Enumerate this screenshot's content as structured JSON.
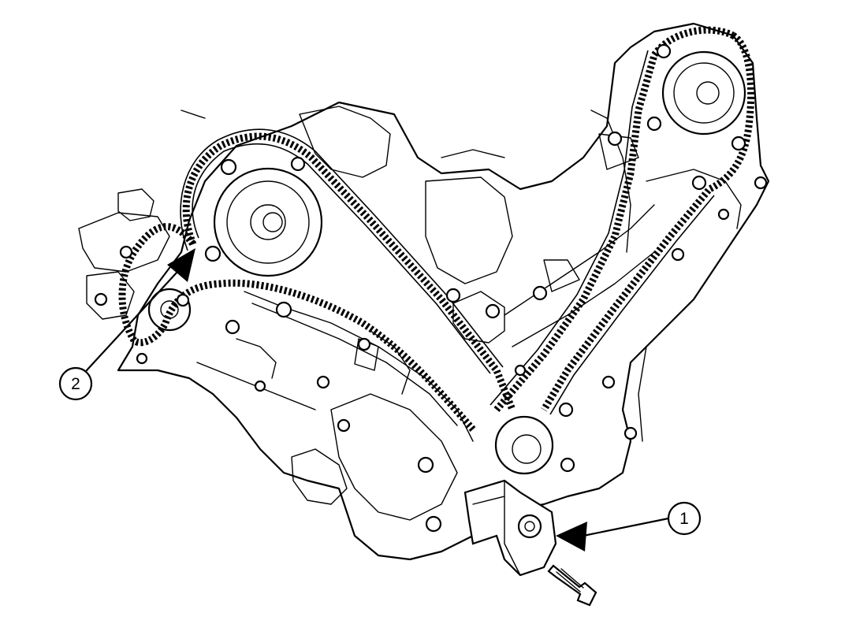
{
  "figure": {
    "description_visible_text": "none",
    "callouts": [
      {
        "id": "callout-1",
        "label": "1"
      },
      {
        "id": "callout-2",
        "label": "2"
      }
    ],
    "colors": {
      "ink": "#000000",
      "paper": "#ffffff"
    }
  }
}
